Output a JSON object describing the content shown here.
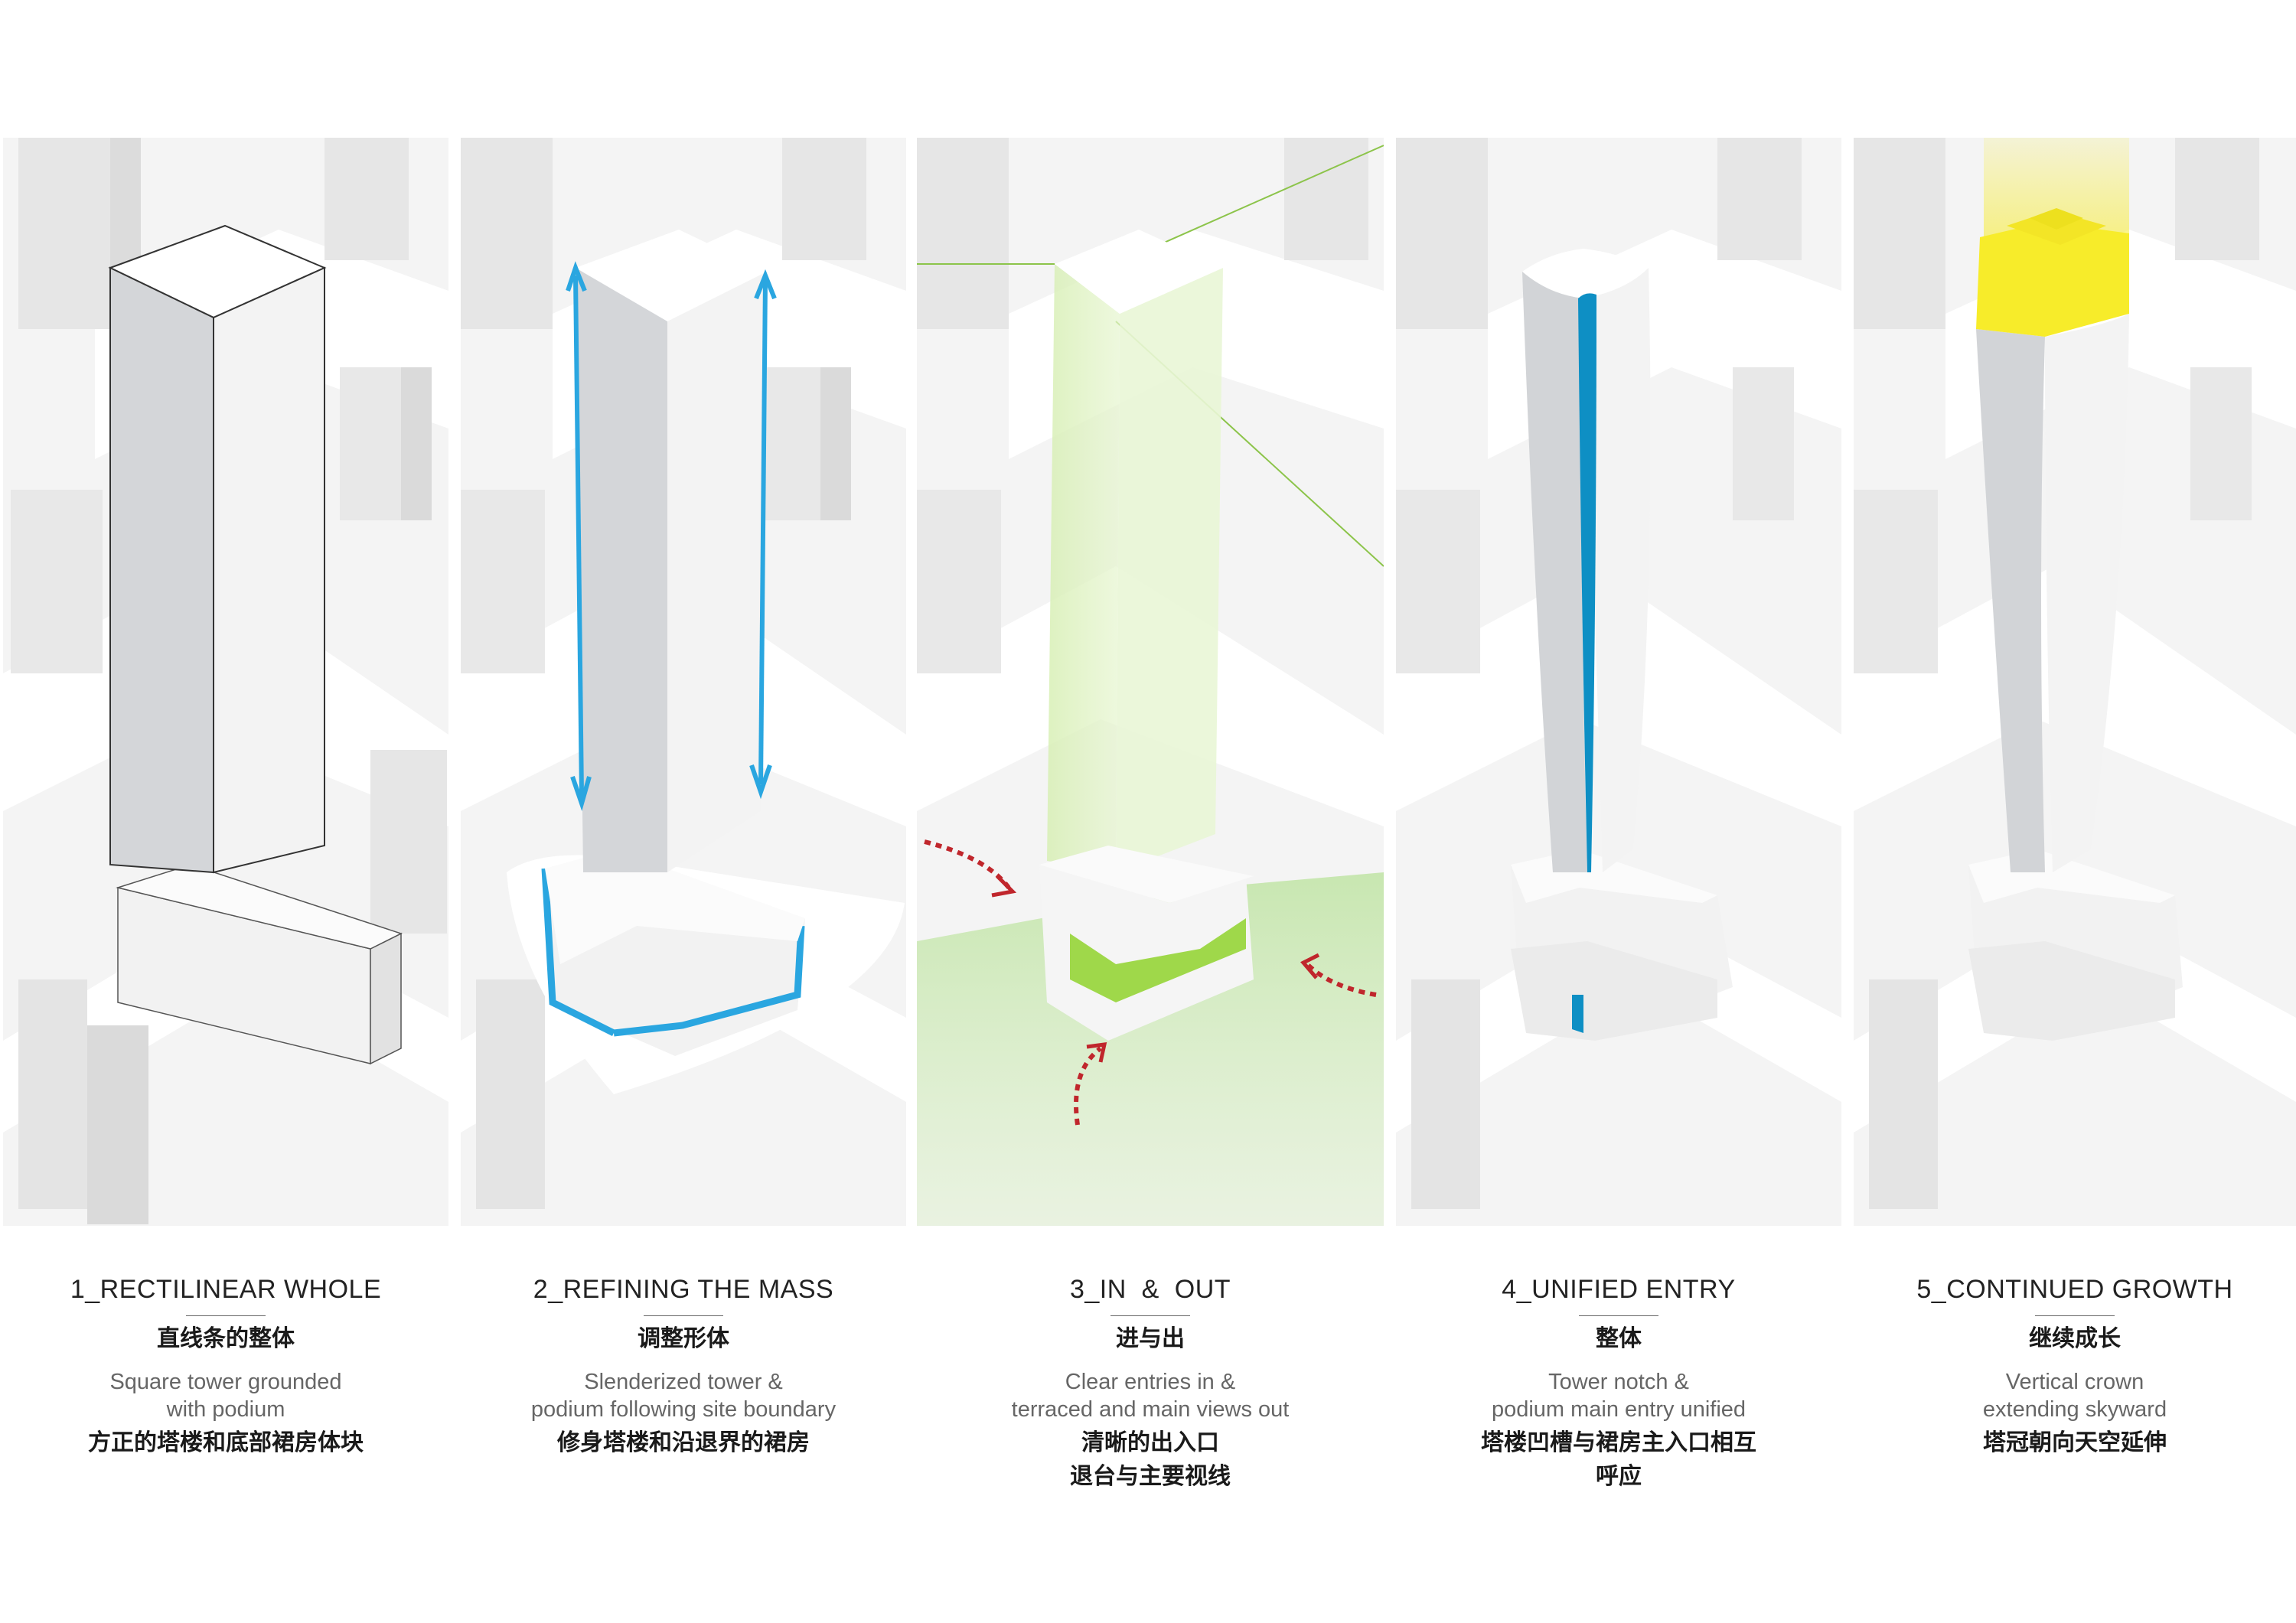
{
  "colors": {
    "background": "#ffffff",
    "context_block": "#f3f3f3",
    "tower_light": "#f7f7f7",
    "tower_shade": "#d2d4d7",
    "accent_blue": "#2aa6e0",
    "accent_teal": "#0e8fc4",
    "accent_green": "#9fd84a",
    "view_green": "#d9f0b8",
    "arrow_red": "#c0262c",
    "crown_yellow": "#f7ec2a"
  },
  "steps": [
    {
      "number_title": "1_RECTILINEAR WHOLE",
      "chinese_title": "直线条的整体",
      "english_desc": [
        "Square tower grounded",
        "with podium"
      ],
      "chinese_desc": [
        "方正的塔楼和底部裙房体块"
      ],
      "icon": "tower-massing-rectilinear"
    },
    {
      "number_title": "2_REFINING THE MASS",
      "chinese_title": "调整形体",
      "english_desc": [
        "Slenderized tower &",
        "podium following site boundary"
      ],
      "chinese_desc": [
        "修身塔楼和沿退界的裙房"
      ],
      "icon": "tower-massing-refined"
    },
    {
      "number_title": "3_IN  &  OUT",
      "chinese_title": "进与出",
      "english_desc": [
        "Clear entries in &",
        "terraced and main views out"
      ],
      "chinese_desc": [
        "清晰的出入口",
        "退台与主要视线"
      ],
      "icon": "tower-massing-views"
    },
    {
      "number_title": "4_UNIFIED ENTRY",
      "chinese_title": "整体",
      "english_desc": [
        "Tower notch &",
        "podium main entry unified"
      ],
      "chinese_desc": [
        "塔楼凹槽与裙房主入口相互",
        "呼应"
      ],
      "icon": "tower-massing-notch"
    },
    {
      "number_title": "5_CONTINUED GROWTH",
      "chinese_title": "继续成长",
      "english_desc": [
        "Vertical crown",
        "extending skyward"
      ],
      "chinese_desc": [
        "塔冠朝向天空延伸"
      ],
      "icon": "tower-massing-crown"
    }
  ]
}
